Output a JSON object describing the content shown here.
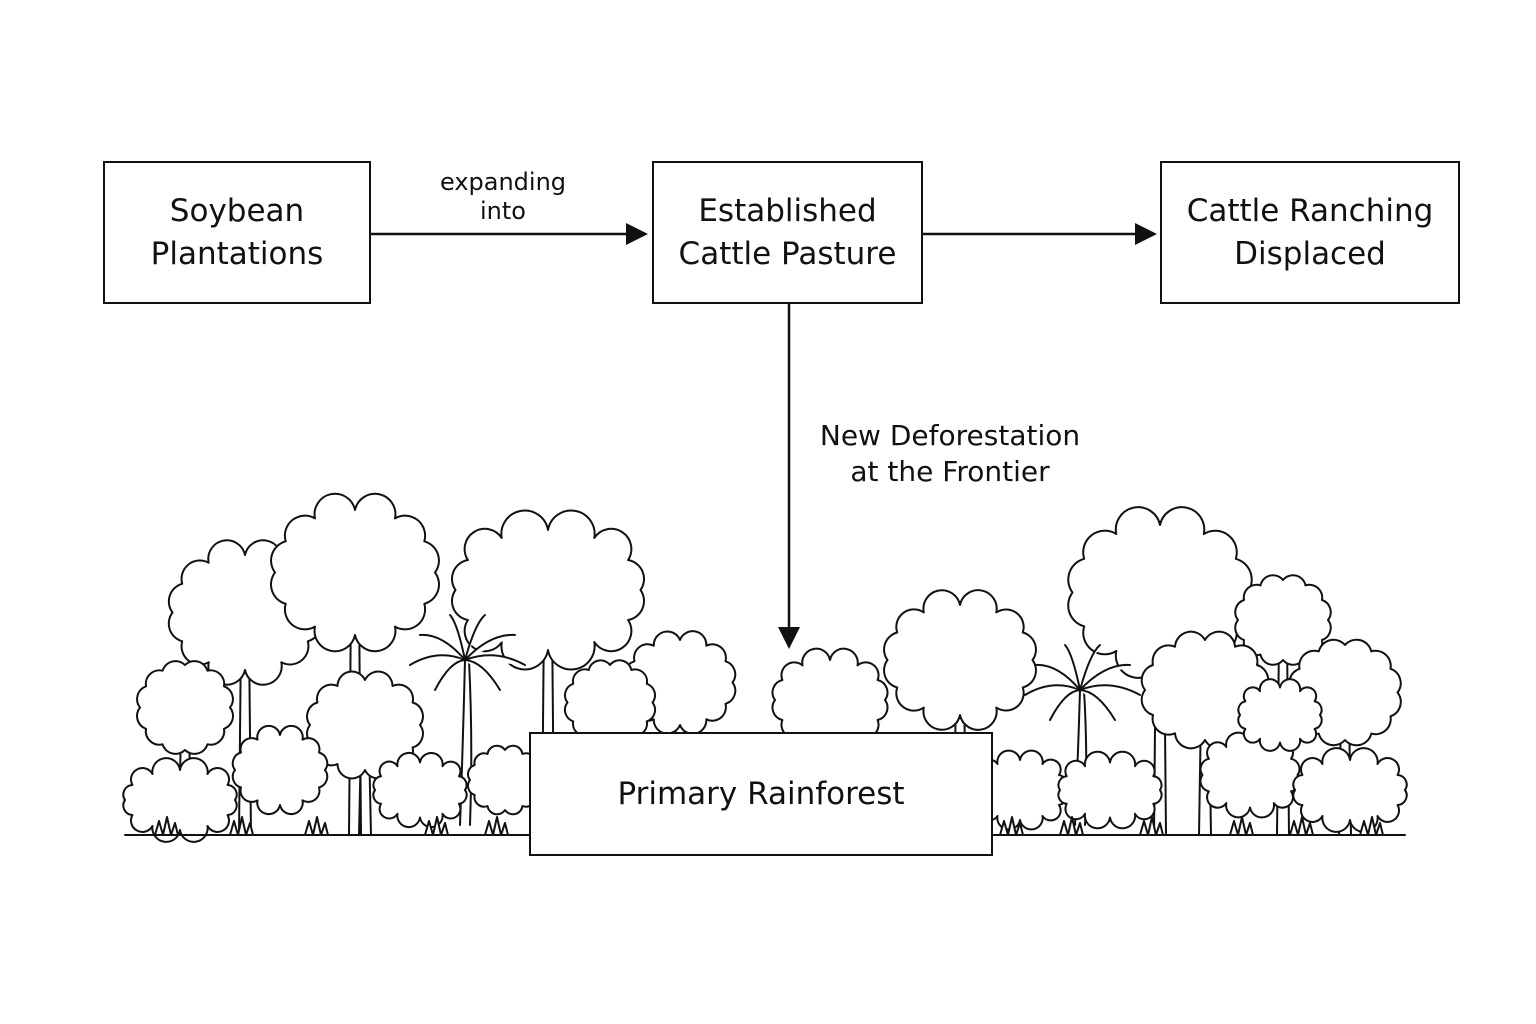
{
  "nodes": {
    "soybean": {
      "lines": [
        "Soybean",
        "Plantations"
      ]
    },
    "pasture": {
      "lines": [
        "Established",
        "Cattle Pasture"
      ]
    },
    "displaced": {
      "lines": [
        "Cattle Ranching",
        "Displaced"
      ]
    },
    "rainforest": {
      "lines": [
        "Primary Rainforest"
      ]
    }
  },
  "edges": {
    "soy_to_pasture": {
      "label_lines": [
        "expanding",
        "into"
      ]
    },
    "pasture_to_displaced": {
      "label_lines": []
    },
    "pasture_to_forest": {
      "label_lines": [
        "New Deforestation",
        "at the Frontier"
      ]
    }
  },
  "illustration": {
    "subject": "rainforest-trees",
    "style": "black line art"
  },
  "colors": {
    "stroke": "#111111",
    "background": "#ffffff"
  }
}
